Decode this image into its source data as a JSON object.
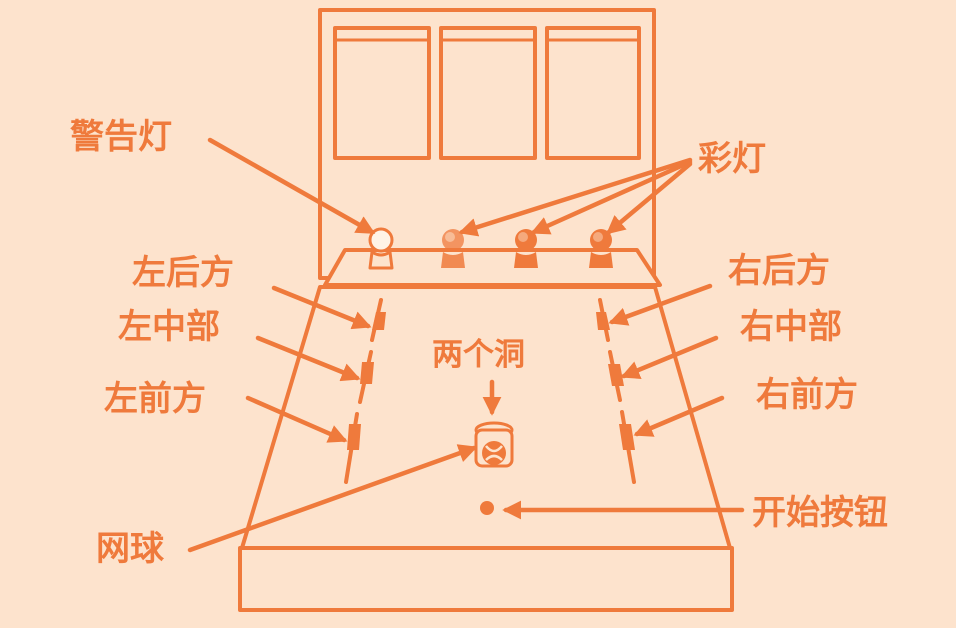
{
  "colors": {
    "background": "#fde3cd",
    "accent": "#ef7a3c"
  },
  "labels": {
    "warning_light": "警告灯",
    "color_lights": "彩灯",
    "left_rear": "左后方",
    "left_middle": "左中部",
    "left_front": "左前方",
    "right_rear": "右后方",
    "right_middle": "右中部",
    "right_front": "右前方",
    "two_holes": "两个洞",
    "tennis_ball": "网球",
    "start_button": "开始按钮"
  }
}
